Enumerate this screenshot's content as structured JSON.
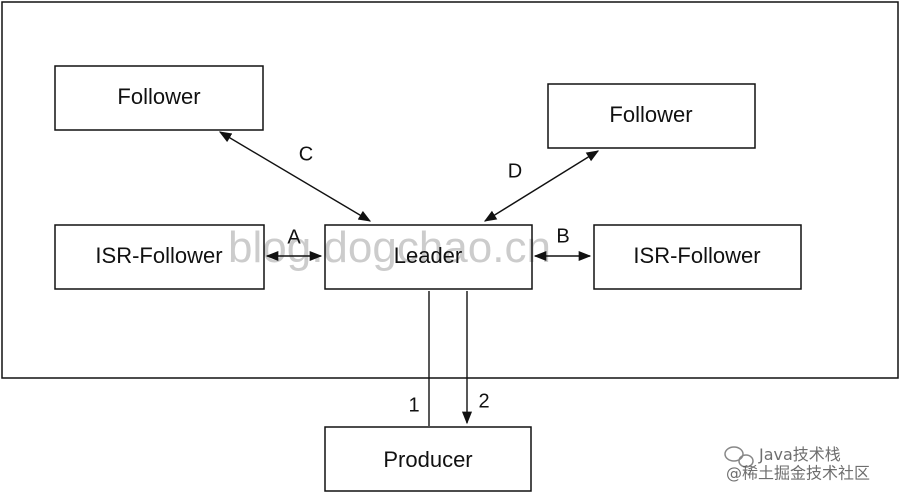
{
  "diagram": {
    "nodes": {
      "follower_left": "Follower",
      "follower_right": "Follower",
      "isr_follower_left": "ISR-Follower",
      "leader": "Leader",
      "isr_follower_right": "ISR-Follower",
      "producer": "Producer"
    },
    "edge_labels": {
      "a": "A",
      "b": "B",
      "c": "C",
      "d": "D",
      "one": "1",
      "two": "2"
    }
  },
  "watermark": {
    "center": "blog.dogchao.cn",
    "corner_line1": "Java技术栈",
    "corner_line2": "@稀土掘金技术社区"
  }
}
